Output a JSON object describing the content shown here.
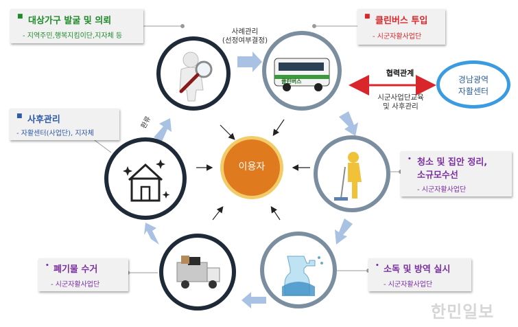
{
  "colors": {
    "green": "#1f8a2a",
    "red": "#d9262a",
    "blue": "#2e5aa6",
    "purple": "#7a2fa0",
    "arrow": "#a9c2e3",
    "center": "#e07a1f"
  },
  "center": {
    "label": "이용자"
  },
  "steps": [
    {
      "icon": "magnifier-person-icon"
    },
    {
      "icon": "clean-bus-icon",
      "bus_label": "클린버스"
    },
    {
      "icon": "cleaner-mop-icon"
    },
    {
      "icon": "spray-bottle-icon"
    },
    {
      "icon": "truck-icon"
    },
    {
      "icon": "house-icon"
    }
  ],
  "boxes": {
    "target": {
      "title": "대상가구 발굴 및 의뢰",
      "sub": "- 지역주민,행복지킴이단,지자체 등"
    },
    "bus": {
      "title": "클린버스 투입",
      "sub": "- 시군자활사업단"
    },
    "cleaning": {
      "title_line1": "청소 및 집안 정리,",
      "title_line2": "소규모수선",
      "sub": "- 시군자활사업단"
    },
    "disinfect": {
      "title": "소독 및 방역 실시",
      "sub": "- 시군자활사업단"
    },
    "waste": {
      "title": "폐기물 수거",
      "sub": "- 시군자활사업단"
    },
    "aftercare": {
      "title": "사후관리",
      "sub": "- 자활센터(사업단), 지자체"
    }
  },
  "captions": {
    "case_line1": "사례관리",
    "case_line2": "(선정여부결정)",
    "return": "환류",
    "partnership": "협력관계",
    "edu_line1": "시군사업단교육",
    "edu_line2": "및 사후관리"
  },
  "center_org": {
    "line1": "경남광역",
    "line2": "자활센터"
  },
  "watermark": "한민일보"
}
